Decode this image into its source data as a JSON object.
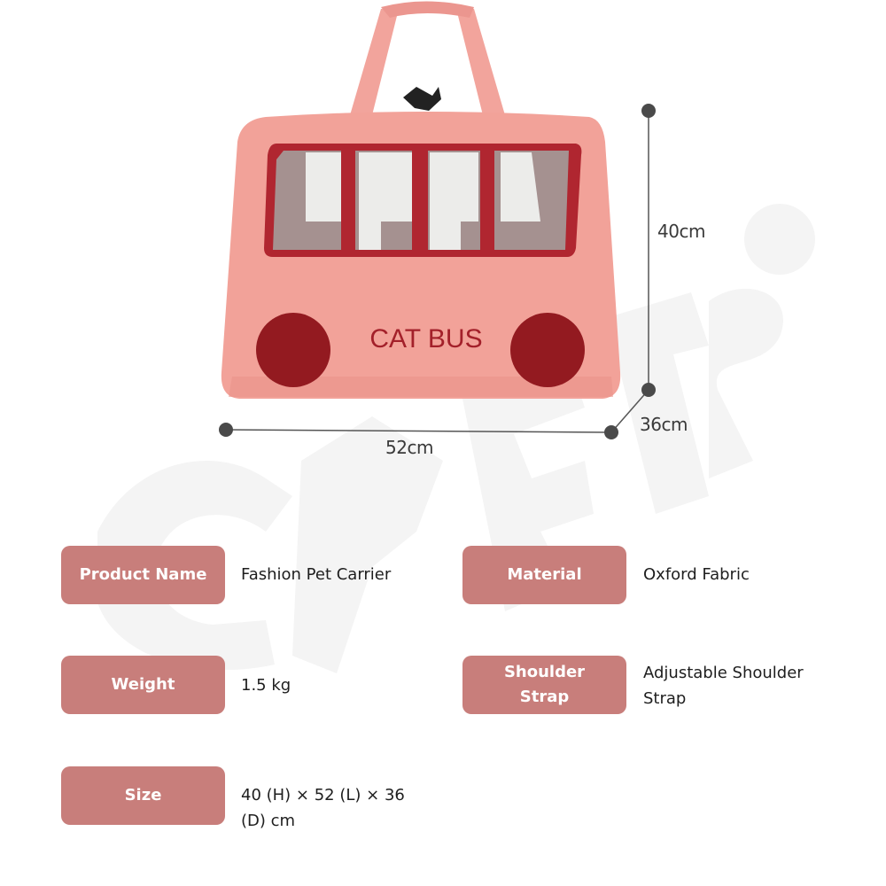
{
  "product_image": {
    "print_text": "CAT BUS",
    "colors": {
      "body": "#f0a39b",
      "trim": "#b02630",
      "lights": "#931a20",
      "strap": "#f2a49c"
    },
    "dimensions": {
      "height": "40cm",
      "length": "52cm",
      "depth": "36cm"
    }
  },
  "specs": [
    {
      "label": "Product Name",
      "value": "Fashion Pet Carrier"
    },
    {
      "label": "Material",
      "value": "Oxford Fabric"
    },
    {
      "label": "Weight",
      "value": "1.5 kg"
    },
    {
      "label": "Shoulder Strap",
      "value": "Adjustable Shoulder Strap"
    },
    {
      "label": "Size",
      "value": "40 (H) × 52 (L) × 36 (D) cm"
    }
  ],
  "badge_color": "#c87e7b"
}
